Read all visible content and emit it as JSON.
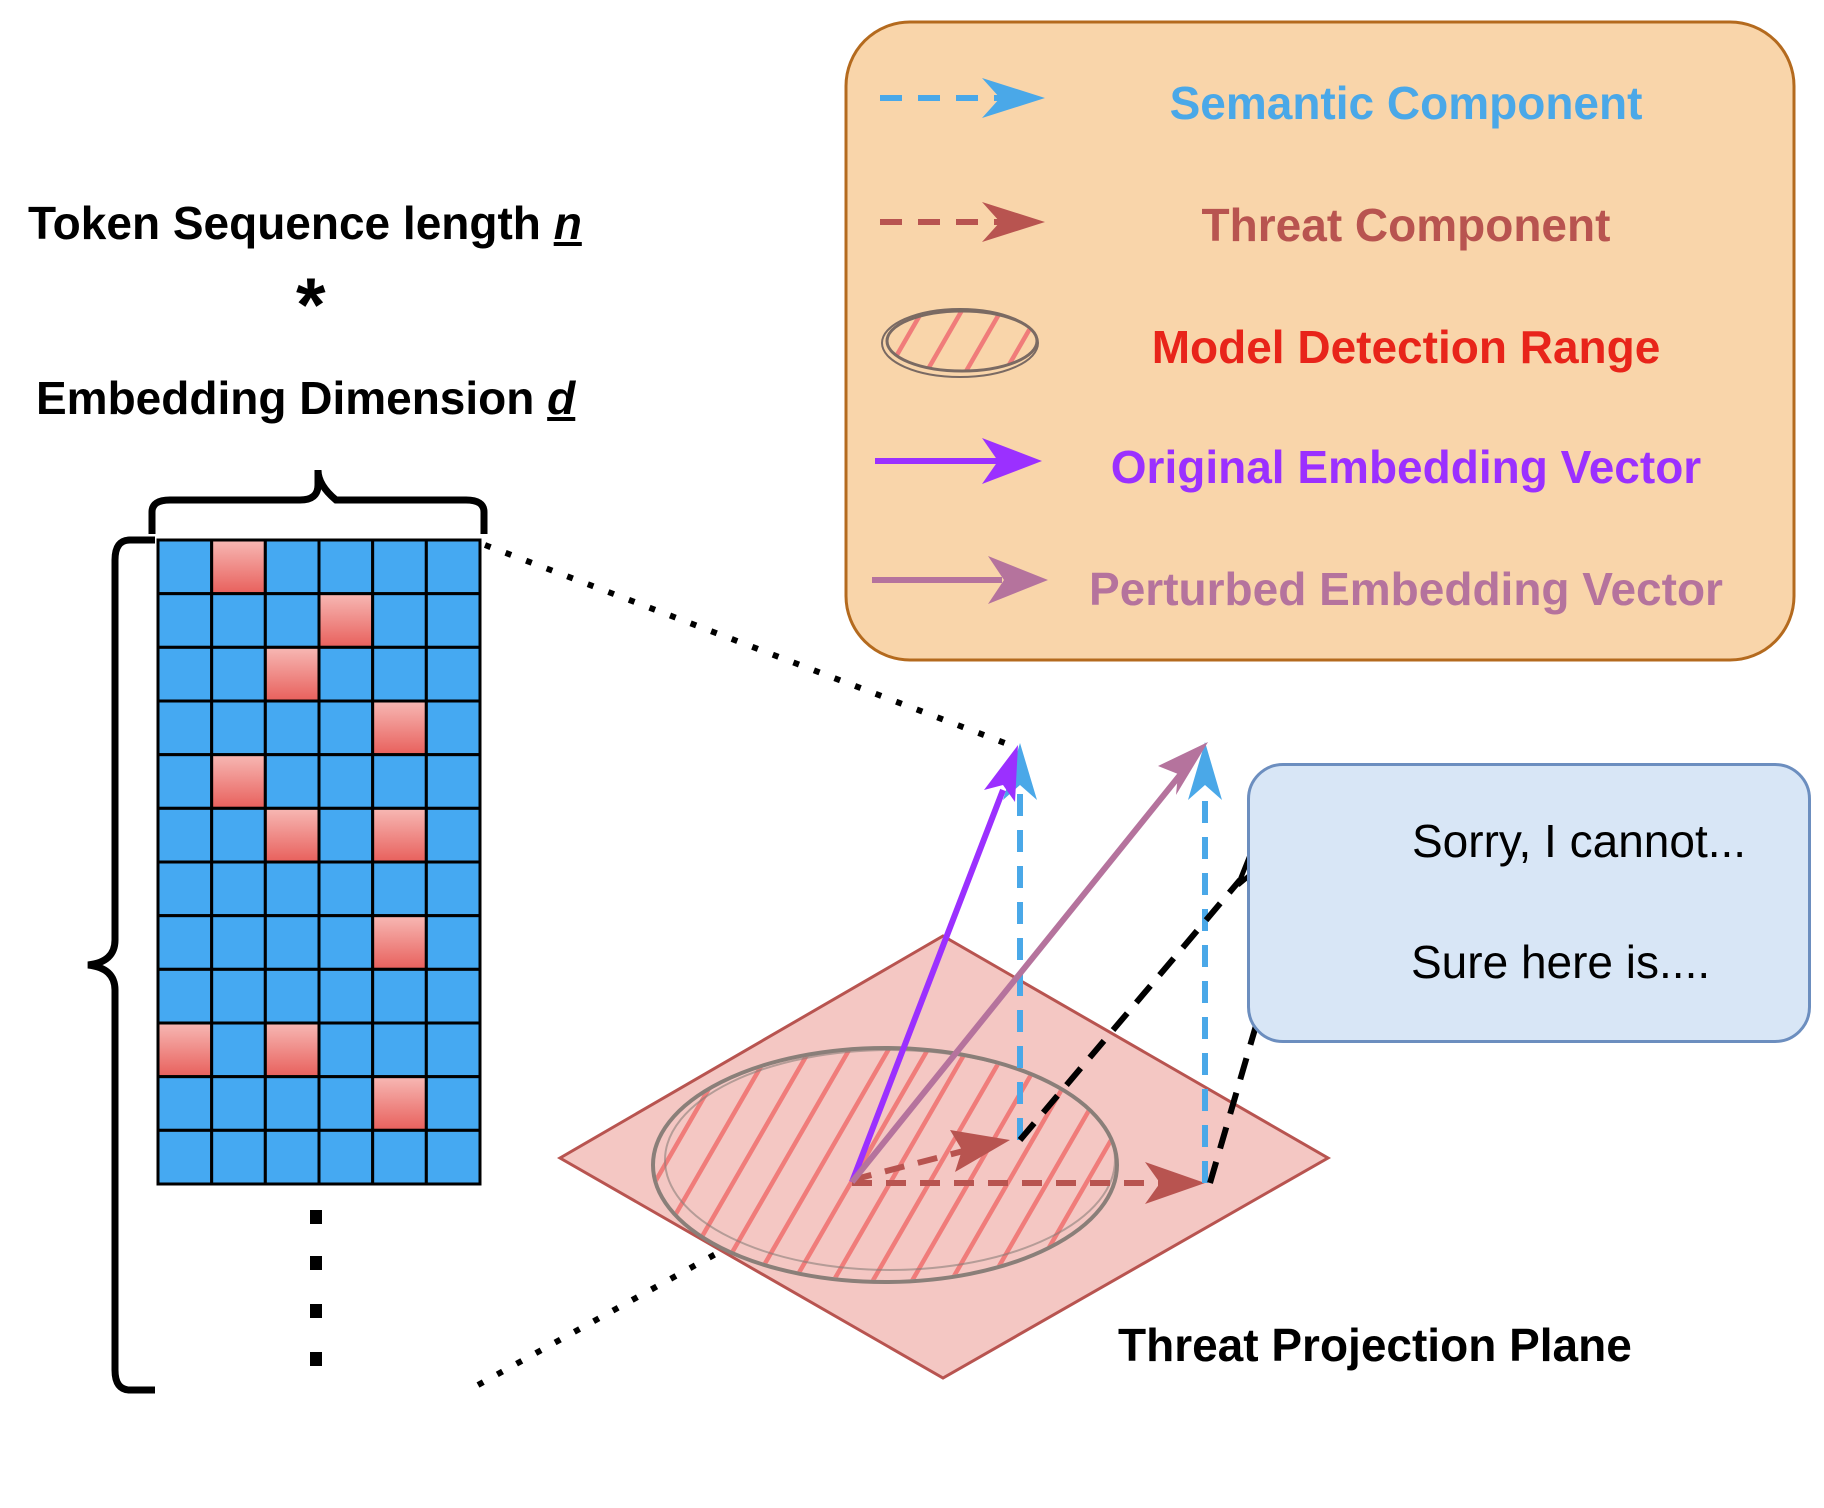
{
  "colors": {
    "semantic": "#4aa8e8",
    "threat": "#b85450",
    "detection": "#e8241a",
    "original": "#9b30ff",
    "perturbed": "#b5739d",
    "cell_blue": "#45a9f2",
    "cell_red": "#f07c7a",
    "plane": "#f4c7c3",
    "legend_bg": "#f9d5aa",
    "response_bg": "#d8e6f6",
    "refuse": "#e83a5b",
    "accept": "#2eaa3c"
  },
  "header": {
    "line1": "Token Sequence length",
    "var_n": "n",
    "times": "*",
    "line2": "Embedding Dimension",
    "var_d": "d"
  },
  "legend": {
    "items": [
      {
        "label": "Semantic Component",
        "icon": "dashed-arrow-icon",
        "color": "#4aa8e8"
      },
      {
        "label": "Threat Component",
        "icon": "dashed-arrow-icon",
        "color": "#b85450"
      },
      {
        "label": "Model Detection Range",
        "icon": "hatched-ellipse-icon",
        "color": "#e8241a"
      },
      {
        "label": "Original Embedding Vector",
        "icon": "solid-arrow-icon",
        "color": "#9b30ff"
      },
      {
        "label": "Perturbed Embedding Vector",
        "icon": "solid-arrow-icon",
        "color": "#b5739d"
      }
    ]
  },
  "responses": {
    "refuse": "Sorry, I cannot...",
    "accept": "Sure here is...."
  },
  "plane_label": "Threat Projection Plane",
  "matrix": {
    "rows": 12,
    "cols": 6,
    "red_cells": [
      [
        0,
        1
      ],
      [
        1,
        3
      ],
      [
        2,
        2
      ],
      [
        3,
        4
      ],
      [
        4,
        1
      ],
      [
        5,
        2
      ],
      [
        5,
        4
      ],
      [
        7,
        4
      ],
      [
        9,
        0
      ],
      [
        9,
        2
      ],
      [
        10,
        4
      ]
    ]
  }
}
